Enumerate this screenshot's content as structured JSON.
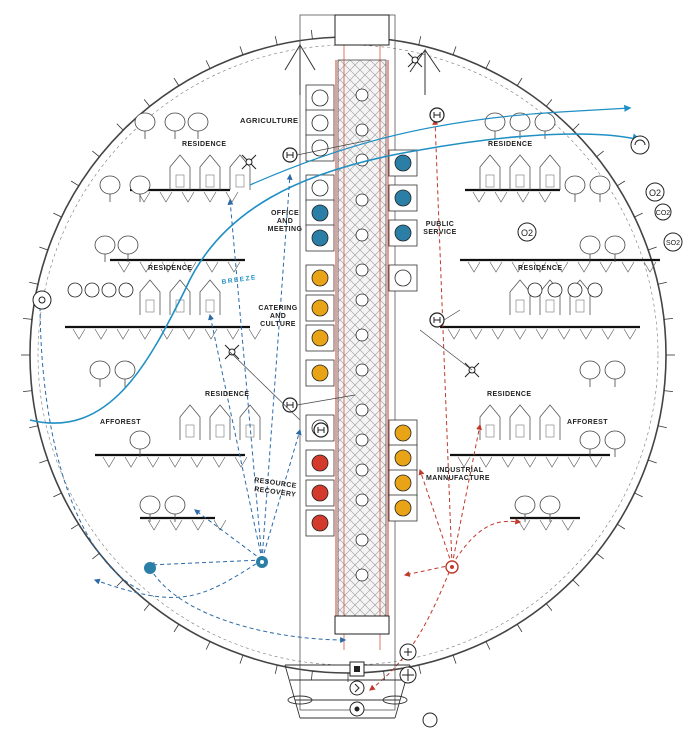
{
  "labels": {
    "agriculture": "AGRICULTURE",
    "residence": "RESIDENCE",
    "office_l1": "OFFICE",
    "office_l2": "AND",
    "office_l3": "MEETING",
    "public_l1": "PUBLIC",
    "public_l2": "SERVICE",
    "breeze": "BREEZE",
    "catering_l1": "CATERING",
    "catering_l2": "AND",
    "catering_l3": "CULTURE",
    "afforest": "AFFOREST",
    "resource_l1": "RESOURCE",
    "resource_l2": "RECOVERY",
    "industrial_l1": "INDUSTRIAL",
    "industrial_l2": "MANNUFACTURE"
  },
  "chemicals": {
    "o2": "O2",
    "co2": "CO2",
    "so2": "SO2"
  },
  "colors": {
    "line": "#222222",
    "frame": "#444444",
    "breeze": "#1f8fc4",
    "blue_dash": "#2a6aa8",
    "red_dash": "#c0392b",
    "orange": "#e8a317",
    "teal": "#2b7fa6",
    "core_red": "#d33a2c"
  },
  "icons": [
    "tree-icon",
    "crane-icon",
    "drone-icon",
    "helipad-icon",
    "oxygen-icon",
    "recycle-icon",
    "solar-icon",
    "water-icon",
    "factory-icon",
    "fan-icon"
  ]
}
